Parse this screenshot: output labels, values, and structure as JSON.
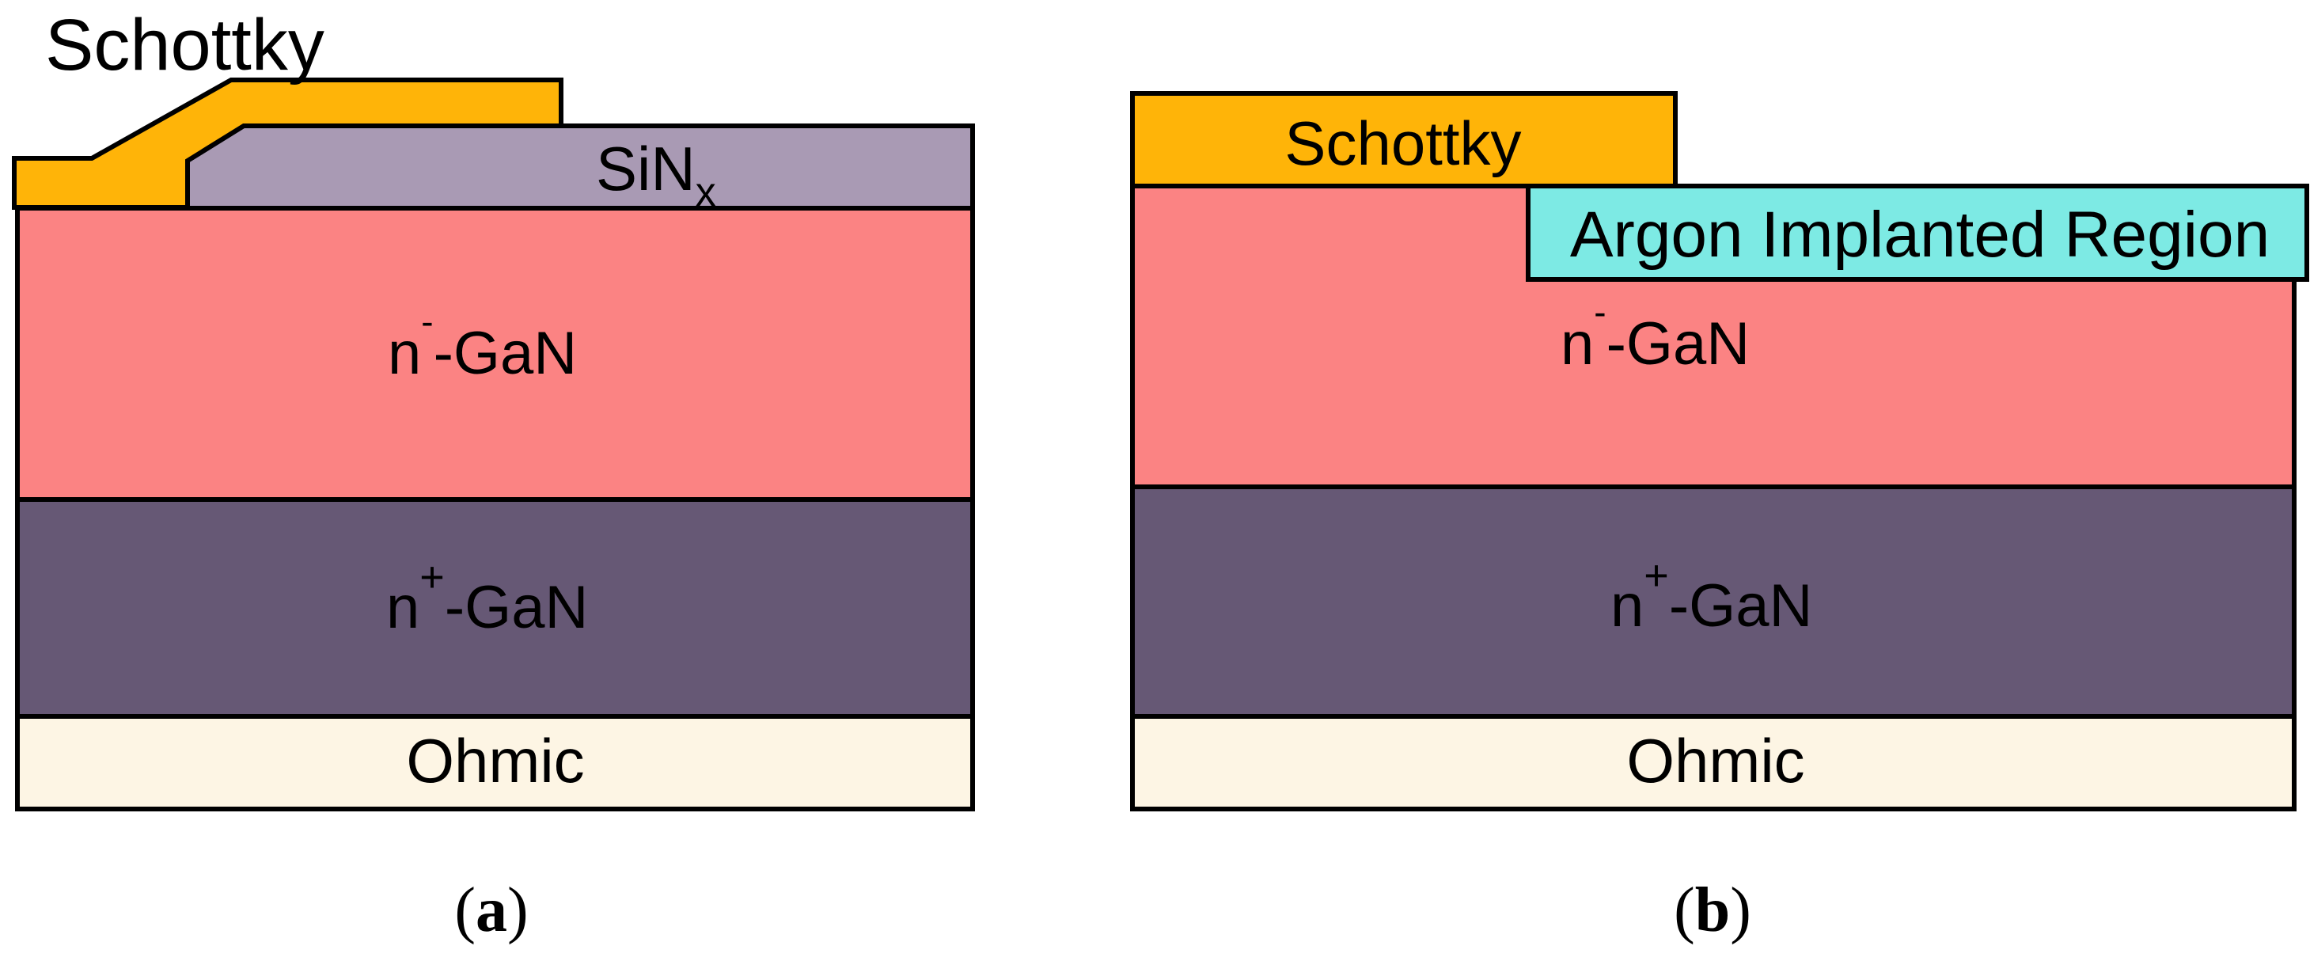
{
  "figure": {
    "panel_a": {
      "caption": {
        "open": "(",
        "letter": "a",
        "close": ")"
      },
      "schottky_label": "Schottky",
      "sinx_label": {
        "base": "SiN",
        "sub": "x"
      },
      "layers": {
        "n_minus_gan": {
          "pre": "n",
          "sup": "-",
          "post": "-GaN"
        },
        "n_plus_gan": {
          "pre": "n",
          "sup": "+",
          "post": "-GaN"
        },
        "ohmic": "Ohmic"
      }
    },
    "panel_b": {
      "caption": {
        "open": "(",
        "letter": "b",
        "close": ")"
      },
      "schottky_label": "Schottky",
      "argon_label": "Argon Implanted Region",
      "layers": {
        "n_minus_gan": {
          "pre": "n",
          "sup": "-",
          "post": "-GaN"
        },
        "n_plus_gan": {
          "pre": "n",
          "sup": "+",
          "post": "-GaN"
        },
        "ohmic": "Ohmic"
      }
    },
    "colors": {
      "schottky_metal": "#FFB408",
      "sinx_dielectric": "#A99AB4",
      "n_minus_gan": "#FB8383",
      "n_plus_gan": "#665875",
      "ohmic_contact": "#FDF5E4",
      "argon_implanted": "#7DEAE4",
      "outline": "#000000",
      "text": "#000000",
      "background": "#FFFFFF"
    }
  }
}
